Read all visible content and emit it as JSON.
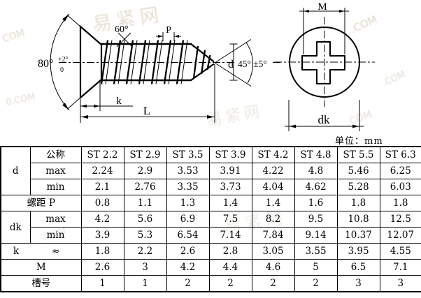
{
  "unit_label": "单位：mm",
  "watermark": {
    "items": [
      {
        "text": "易紧网"
      },
      {
        "text": ".COM"
      },
      {
        "text": "COM"
      },
      {
        "text": "0.COM"
      },
      {
        "text": ".COM"
      },
      {
        "text": "易紧网"
      },
      {
        "text": ".COM"
      },
      {
        "text": "易紧网"
      },
      {
        "text": ".COM"
      }
    ]
  },
  "drawing": {
    "head_angle": "80°",
    "head_angle_tol_upper": "+2°",
    "head_angle_tol_lower": "0",
    "thread_angle": "60°",
    "pitch_label": "P",
    "head_height_label": "k",
    "length_label": "L",
    "diameter_label": "d",
    "point_angle": "45° ±5°",
    "recess_width_label": "M",
    "head_diameter_label": "dk"
  },
  "table": {
    "labels": {
      "d": "d",
      "nominal": "公称",
      "max": "max",
      "min": "min",
      "pitch": "螺距 P",
      "dk": "dk",
      "k": "k",
      "approx": "≈",
      "m": "M",
      "slot": "槽号"
    },
    "columns": [
      "ST 2.2",
      "ST 2.9",
      "ST 3.5",
      "ST 3.9",
      "ST 4.2",
      "ST 4.8",
      "ST 5.5",
      "ST 6.3"
    ],
    "d_max": [
      "2.24",
      "2.9",
      "3.53",
      "3.91",
      "4.22",
      "4.8",
      "5.46",
      "6.25"
    ],
    "d_min": [
      "2.1",
      "2.76",
      "3.35",
      "3.73",
      "4.04",
      "4.62",
      "5.28",
      "6.03"
    ],
    "pitch": [
      "0.8",
      "1.1",
      "1.3",
      "1.4",
      "1.4",
      "1.6",
      "1.8",
      "1.8"
    ],
    "dk_max": [
      "4.2",
      "5.6",
      "6.9",
      "7.5",
      "8.2",
      "9.5",
      "10.8",
      "12.5"
    ],
    "dk_min": [
      "3.9",
      "5.3",
      "6.54",
      "7.14",
      "7.84",
      "9.14",
      "10.37",
      "12.07"
    ],
    "k": [
      "1.8",
      "2.2",
      "2.6",
      "2.8",
      "3.05",
      "3.55",
      "3.95",
      "4.55"
    ],
    "m": [
      "2.6",
      "3",
      "4.2",
      "4.4",
      "4.6",
      "5",
      "6.5",
      "7.1"
    ],
    "slot": [
      "1",
      "1",
      "2",
      "2",
      "2",
      "2",
      "3",
      "3"
    ]
  }
}
